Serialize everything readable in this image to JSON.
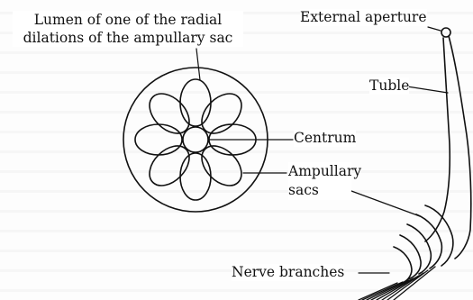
{
  "labels": {
    "lumen_line1": "Lumen of one of the radial",
    "lumen_line2": "dilations of the ampullary sac",
    "external_aperture": "External aperture",
    "tuble": "Tuble",
    "centrum": "Centrum",
    "ampullary_line1": "Ampullary",
    "ampullary_line2": "sacs",
    "nerve_branches": "Nerve branches"
  },
  "colors": {
    "ink": "#111111",
    "background": "#ffffff"
  }
}
